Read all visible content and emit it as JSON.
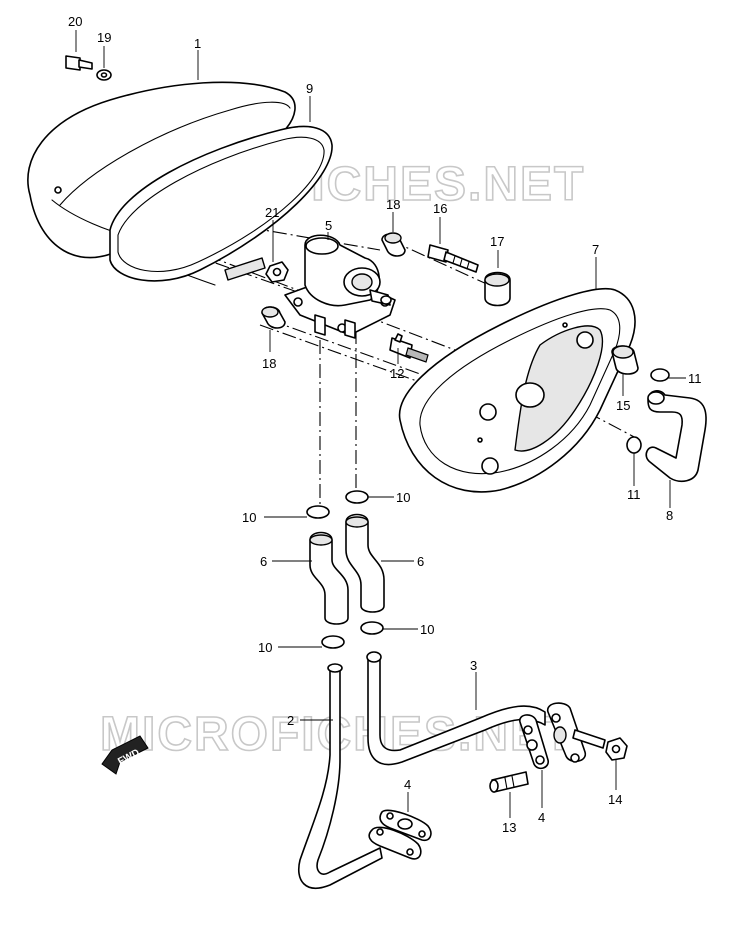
{
  "watermark": {
    "text": "MICROFICHES.NET"
  },
  "fwd_label": "FWD",
  "callouts": {
    "c1": "1",
    "c2": "2",
    "c3": "3",
    "c4a": "4",
    "c4b": "4",
    "c5": "5",
    "c6a": "6",
    "c6b": "6",
    "c7": "7",
    "c8": "8",
    "c9": "9",
    "c10a": "10",
    "c10b": "10",
    "c10c": "10",
    "c10d": "10",
    "c11a": "11",
    "c11b": "11",
    "c12": "12",
    "c13": "13",
    "c14": "14",
    "c15": "15",
    "c16": "16",
    "c17": "17",
    "c18a": "18",
    "c18b": "18",
    "c19": "19",
    "c20": "20",
    "c21": "21"
  }
}
